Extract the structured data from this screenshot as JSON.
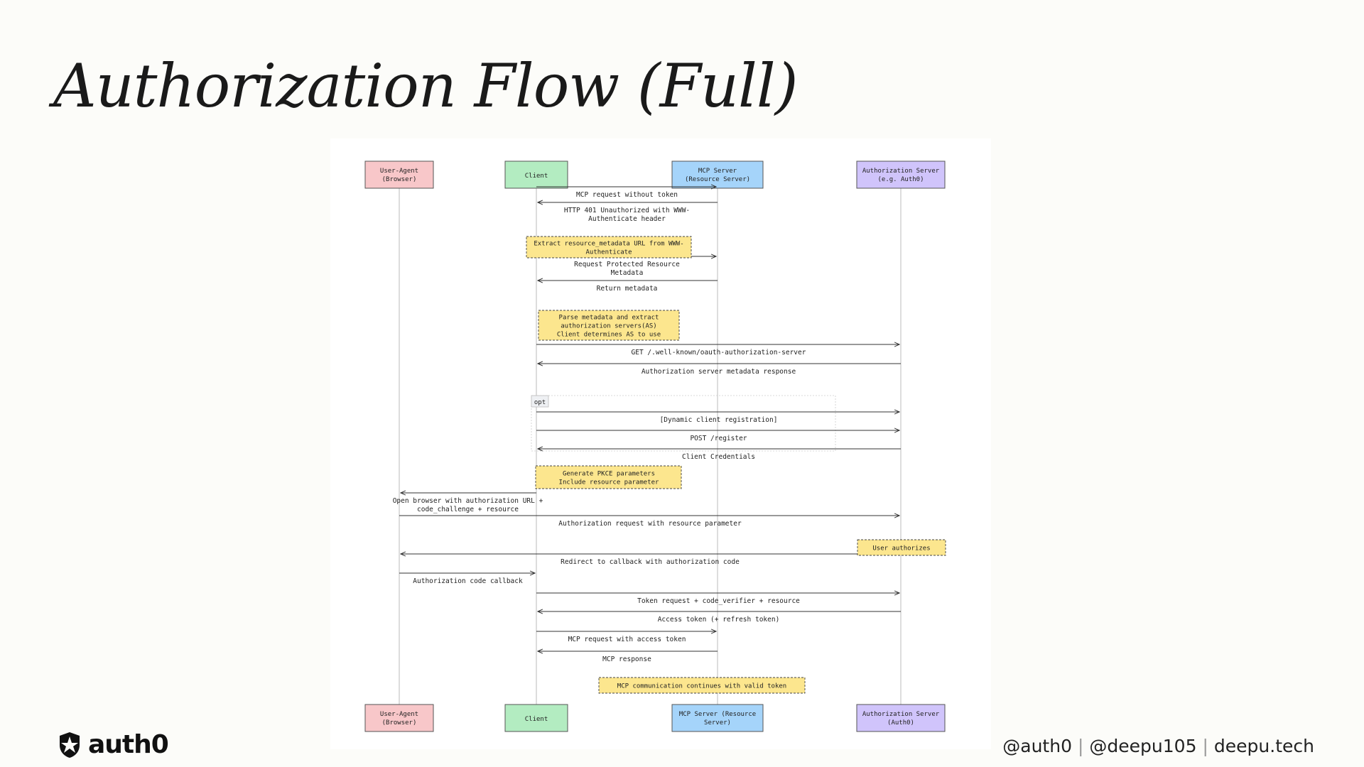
{
  "slide": {
    "title": "Authorization Flow (Full)"
  },
  "footer": {
    "logo_text": "auth0",
    "handle_1": "@auth0",
    "handle_2": "@deepu105",
    "handle_3": "deepu.tech",
    "separator": "|"
  },
  "colors": {
    "user_agent": "#f8c7c9",
    "client": "#b3ecc1",
    "mcp_server": "#a5d4fa",
    "auth_server": "#d0c4fb",
    "note": "#fce68e"
  },
  "diagram": {
    "participants": [
      {
        "id": "ua",
        "line1": "User-Agent",
        "line2": "(Browser)",
        "bottom_line1": "User-Agent",
        "bottom_line2": "(Browser)"
      },
      {
        "id": "client",
        "line1": "Client",
        "line2": "",
        "bottom_line1": "Client",
        "bottom_line2": ""
      },
      {
        "id": "mcp",
        "line1": "MCP Server",
        "line2": "(Resource Server)",
        "bottom_line1": "MCP Server (Resource",
        "bottom_line2": "Server)"
      },
      {
        "id": "as",
        "line1": "Authorization Server",
        "line2": "(e.g. Auth0)",
        "bottom_line1": "Authorization Server",
        "bottom_line2": "(Auth0)"
      }
    ],
    "messages": [
      {
        "from": "client",
        "to": "mcp",
        "label": [
          "MCP request without token"
        ]
      },
      {
        "from": "mcp",
        "to": "client",
        "label": [
          "HTTP 401 Unauthorized with WWW-",
          "Authenticate header"
        ]
      },
      {
        "from": "client",
        "to": "mcp",
        "label": [
          "Request Protected Resource",
          "Metadata"
        ]
      },
      {
        "from": "mcp",
        "to": "client",
        "label": [
          "Return metadata"
        ]
      },
      {
        "from": "client",
        "to": "as",
        "label": [
          "GET /.well-known/oauth-authorization-server"
        ]
      },
      {
        "from": "as",
        "to": "client",
        "label": [
          "Authorization server metadata response"
        ]
      },
      {
        "from": "client",
        "to": "as",
        "label": [
          "[Dynamic client registration]"
        ]
      },
      {
        "from": "client",
        "to": "as",
        "label": [
          "POST /register"
        ]
      },
      {
        "from": "as",
        "to": "client",
        "label": [
          "Client Credentials"
        ]
      },
      {
        "from": "client",
        "to": "ua",
        "label": [
          "Open browser with authorization URL +",
          "code_challenge + resource"
        ]
      },
      {
        "from": "ua",
        "to": "as",
        "label": [
          "Authorization request with resource parameter"
        ]
      },
      {
        "from": "as",
        "to": "ua",
        "label": [
          "Redirect to callback with authorization code"
        ]
      },
      {
        "from": "ua",
        "to": "client",
        "label": [
          "Authorization code callback"
        ]
      },
      {
        "from": "client",
        "to": "as",
        "label": [
          "Token request + code_verifier + resource"
        ]
      },
      {
        "from": "as",
        "to": "client",
        "label": [
          "Access token (+ refresh token)"
        ]
      },
      {
        "from": "client",
        "to": "mcp",
        "label": [
          "MCP request with access token"
        ]
      },
      {
        "from": "mcp",
        "to": "client",
        "label": [
          "MCP response"
        ]
      }
    ],
    "notes": [
      {
        "lines": [
          "Extract resource_metadata URL from WWW-",
          "Authenticate"
        ]
      },
      {
        "lines": [
          "Parse metadata and extract",
          "authorization servers(AS)",
          "Client determines AS to use"
        ]
      },
      {
        "lines": [
          "Generate PKCE parameters",
          "Include resource parameter"
        ]
      },
      {
        "lines": [
          "User authorizes"
        ]
      },
      {
        "lines": [
          "MCP communication continues with valid token"
        ]
      }
    ],
    "opt_label": "opt"
  }
}
